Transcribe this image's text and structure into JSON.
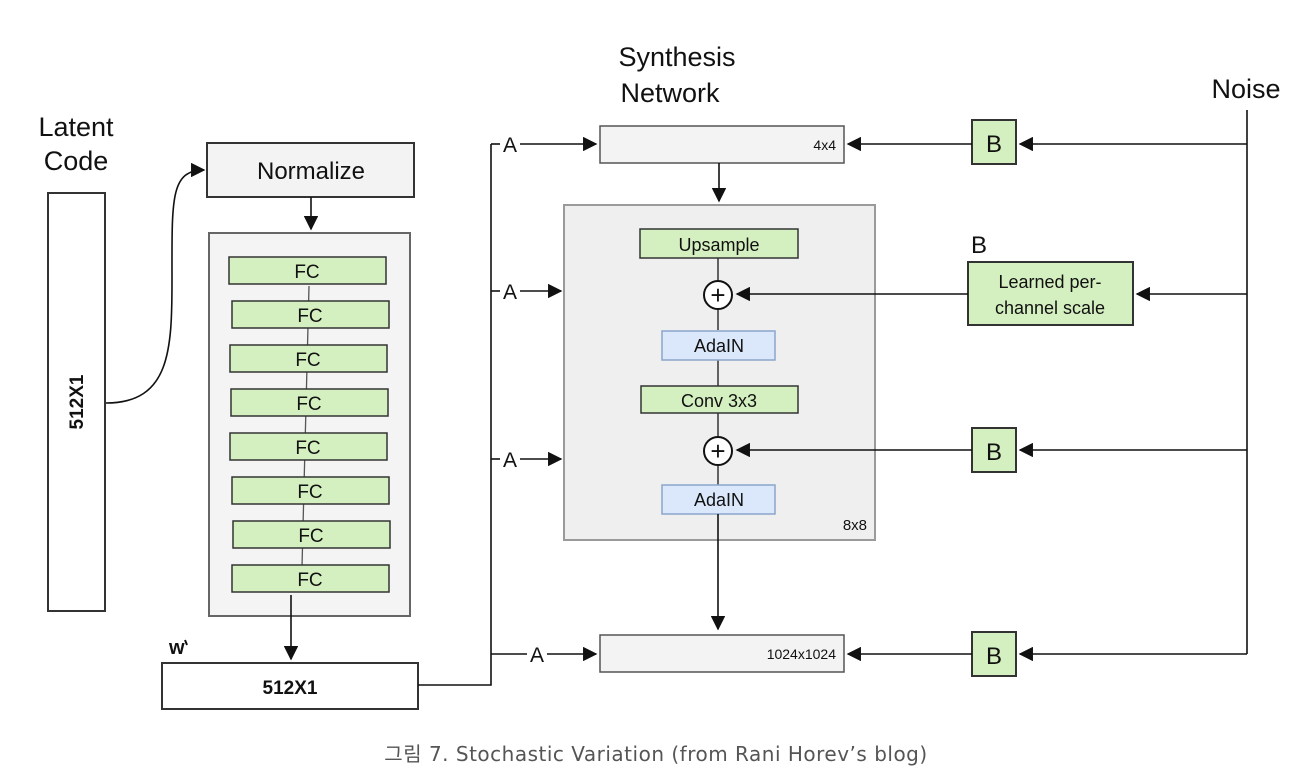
{
  "titles": {
    "latent_code": [
      "Latent",
      "Code"
    ],
    "synthesis_network": [
      "Synthesis",
      "Network"
    ],
    "noise": "Noise",
    "w": "w"
  },
  "mapping_network": {
    "latent_vector": "512X1",
    "normalize": "Normalize",
    "fc_layers": [
      "FC",
      "FC",
      "FC",
      "FC",
      "FC",
      "FC",
      "FC",
      "FC"
    ],
    "w_vector": "512X1"
  },
  "synthesis": {
    "block_4x4": "4x4",
    "block_8x8": "8x8",
    "block_1024": "1024x1024",
    "upsample": "Upsample",
    "adain_1": "AdaIN",
    "conv": "Conv 3x3",
    "adain_2": "AdaIN",
    "plus": "+"
  },
  "style_inputs": [
    "A",
    "A",
    "A",
    "A"
  ],
  "noise_inputs": {
    "b_label": "B",
    "b_top": "B",
    "b_mid": "B",
    "b_bottom": "B",
    "learned_scale": [
      "Learned per-",
      "channel scale"
    ]
  },
  "caption": "그림 7. Stochastic Variation (from Rani Horev’s blog)",
  "colors": {
    "green_fill": "#d5f0c0",
    "blue_fill": "#dbe8fb",
    "gray_fill": "#f3f3f3",
    "outline": "#333333",
    "frame": "#a9a9a9"
  }
}
